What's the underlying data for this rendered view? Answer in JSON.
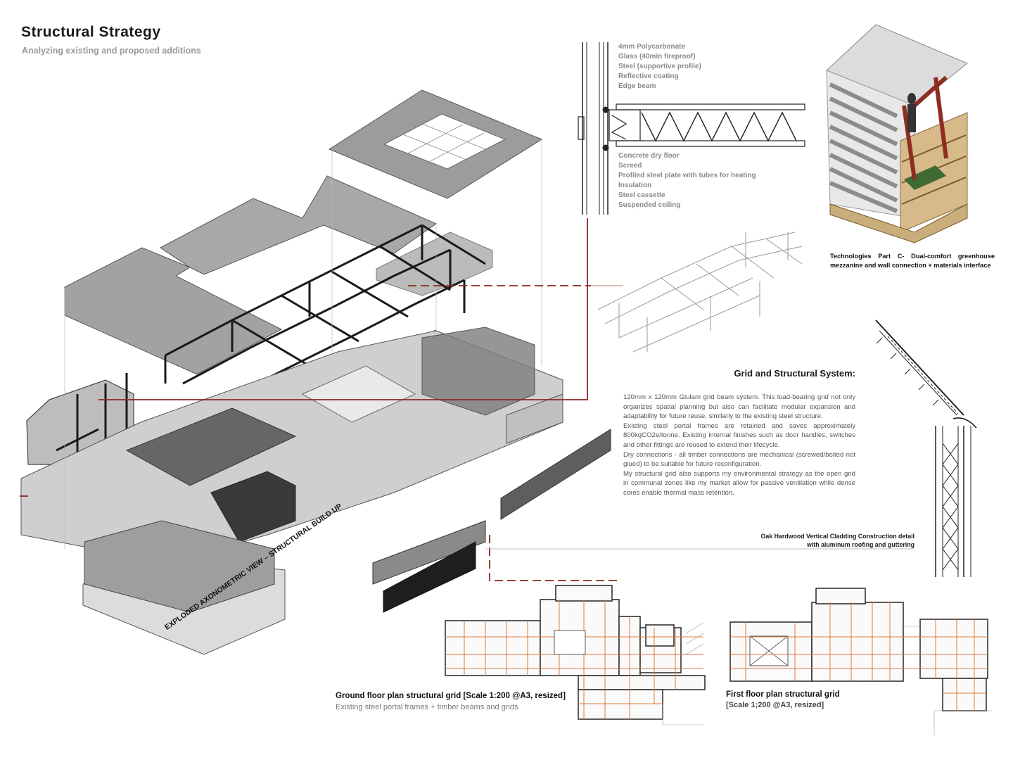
{
  "header": {
    "title": "Structural Strategy",
    "subtitle": "Analyzing existing and proposed additions"
  },
  "roof_detail": {
    "top_layers": [
      "4mm Polycarbonate",
      "Glass (40min fireproof)",
      "Steel (supportive profile)",
      "Reflective coating",
      "Edge beam"
    ],
    "bottom_layers": [
      "Concrete dry floor",
      "Screed",
      "Profiled steel plate with tubes for heating",
      "Insulation",
      "Steel cassette",
      "Suspended ceiling"
    ]
  },
  "technologies_caption": "Technologies Part C- Dual-comfort greenhouse mezzanine and wall connection + materials interface",
  "grid_system": {
    "heading": "Grid and Structural System:",
    "paragraphs": [
      "120mm x 120mm Glulam grid beam system. This load-bearing grid not only organizes spatial planning but also can facilitate modular expansion and adaptability for future reuse, similarly to the existing steel structure.",
      "Existing steel portal frames are retained and saves approximately 800kgCO2e/tonne. Existing internal finishes such as door handles, switches and other fittings are reused to extend their lifecycle.",
      "Dry connections - all timber connections are mechanical (screwed/bolted not glued) to be suitable for future reconfiguration.",
      "My structural grid also supports my environmental strategy as the open grid in communal zones like my market allow for passive ventilation while dense cores enable thermal mass retention."
    ]
  },
  "cladding_caption": {
    "line1": "Oak Hardwood Vertical Cladding Construction detail",
    "line2": "with aluminum roofing and guttering"
  },
  "axonometric_label": "EXPLODED AXONOMETRIC VIEW – STRUCTURAL BUILD UP",
  "ground_floor": {
    "title": "Ground floor plan structural grid [Scale 1:200 @A3, resized]",
    "subtitle": "Existing steel portal frames + timber beams and grids"
  },
  "first_floor": {
    "title": "First floor plan structural grid",
    "subtitle": "[Scale 1;200 @A3, resized]"
  },
  "colors": {
    "leader_line": "#8b2a1e",
    "grid_orange": "#e07a3c",
    "slab_grey": "#9a9a9a",
    "frame_black": "#1a1a1a"
  }
}
